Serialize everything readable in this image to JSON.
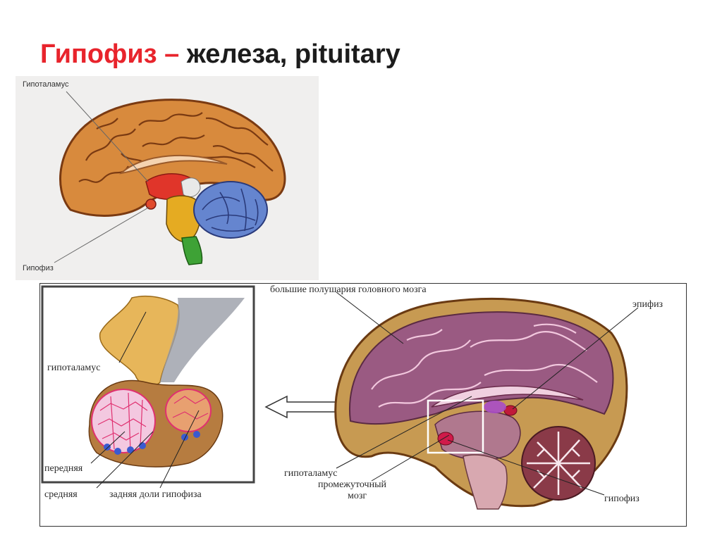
{
  "title": {
    "part1": "Гипофиз –",
    "part2": " железа, pituitary"
  },
  "top_diagram": {
    "label_hypothalamus": "Гипоталамус",
    "label_pituitary": "Гипофиз"
  },
  "bottom_diagram": {
    "label_hemispheres": "большие полушария головного мозга",
    "label_epiphysis": "эпифиз",
    "label_hypothalamus_inset": "гипоталамус",
    "label_anterior": "передняя",
    "label_middle": "средняя",
    "label_posterior": "задняя доли гипофиза",
    "label_hypothalamus_main": "гипоталамус",
    "label_diencephalon_1": "промежуточный",
    "label_diencephalon_2": "мозг",
    "label_pituitary": "гипофиз"
  },
  "colors": {
    "title_accent": "#e8242c",
    "cortex": "#c9752c",
    "cerebellum": "#5f7fc8",
    "brainstem_yellow": "#e2a81f",
    "medulla_green": "#3ea236",
    "section_purple": "#8a4a6a"
  }
}
